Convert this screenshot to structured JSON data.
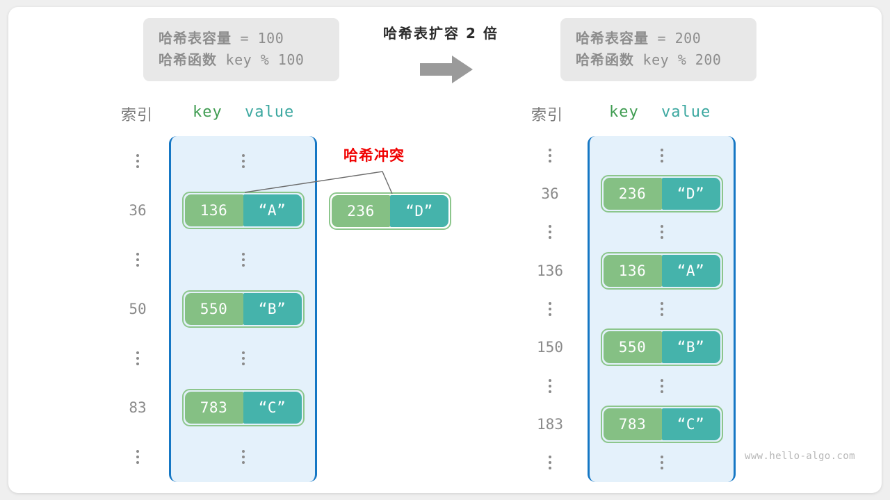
{
  "diagram": {
    "center_title": "哈希表扩容 2 倍",
    "arrow_icon": "right-arrow-icon",
    "watermark": "www.hello-algo.com"
  },
  "before_info": {
    "capacity_label": "哈希表容量",
    "capacity_expr": " = 100",
    "hash_label": "哈希函数",
    "hash_expr": " key % 100"
  },
  "after_info": {
    "capacity_label": "哈希表容量",
    "capacity_expr": " = 200",
    "hash_label": "哈希函数",
    "hash_expr": " key % 200"
  },
  "headers": {
    "index": "索引",
    "key": "key",
    "value": "value"
  },
  "collision": {
    "label": "哈希冲突",
    "color": "#f00000"
  },
  "colors": {
    "key_fill": "#85c084",
    "value_fill": "#45b3ab",
    "pair_border": "#8cc68c",
    "bucket_fill": "#e4f1fb",
    "bucket_border": "#1577c4",
    "info_fill": "#e8e8e8",
    "index_text": "#8a8a8a"
  },
  "before_table": {
    "rows": [
      {
        "index": "⋮",
        "type": "dots"
      },
      {
        "index": "36",
        "type": "pair",
        "key": "136",
        "value": "“A”"
      },
      {
        "index": "⋮",
        "type": "dots"
      },
      {
        "index": "50",
        "type": "pair",
        "key": "550",
        "value": "“B”"
      },
      {
        "index": "⋮",
        "type": "dots"
      },
      {
        "index": "83",
        "type": "pair",
        "key": "783",
        "value": "“C”"
      },
      {
        "index": "⋮",
        "type": "dots"
      }
    ]
  },
  "collided_pair": {
    "key": "236",
    "value": "“D”"
  },
  "after_table": {
    "rows": [
      {
        "index": "⋮",
        "type": "dots"
      },
      {
        "index": "36",
        "type": "pair",
        "key": "236",
        "value": "“D”"
      },
      {
        "index": "⋮",
        "type": "dots"
      },
      {
        "index": "136",
        "type": "pair",
        "key": "136",
        "value": "“A”"
      },
      {
        "index": "⋮",
        "type": "dots"
      },
      {
        "index": "150",
        "type": "pair",
        "key": "550",
        "value": "“B”"
      },
      {
        "index": "⋮",
        "type": "dots"
      },
      {
        "index": "183",
        "type": "pair",
        "key": "783",
        "value": "“C”"
      },
      {
        "index": "⋮",
        "type": "dots"
      }
    ]
  }
}
